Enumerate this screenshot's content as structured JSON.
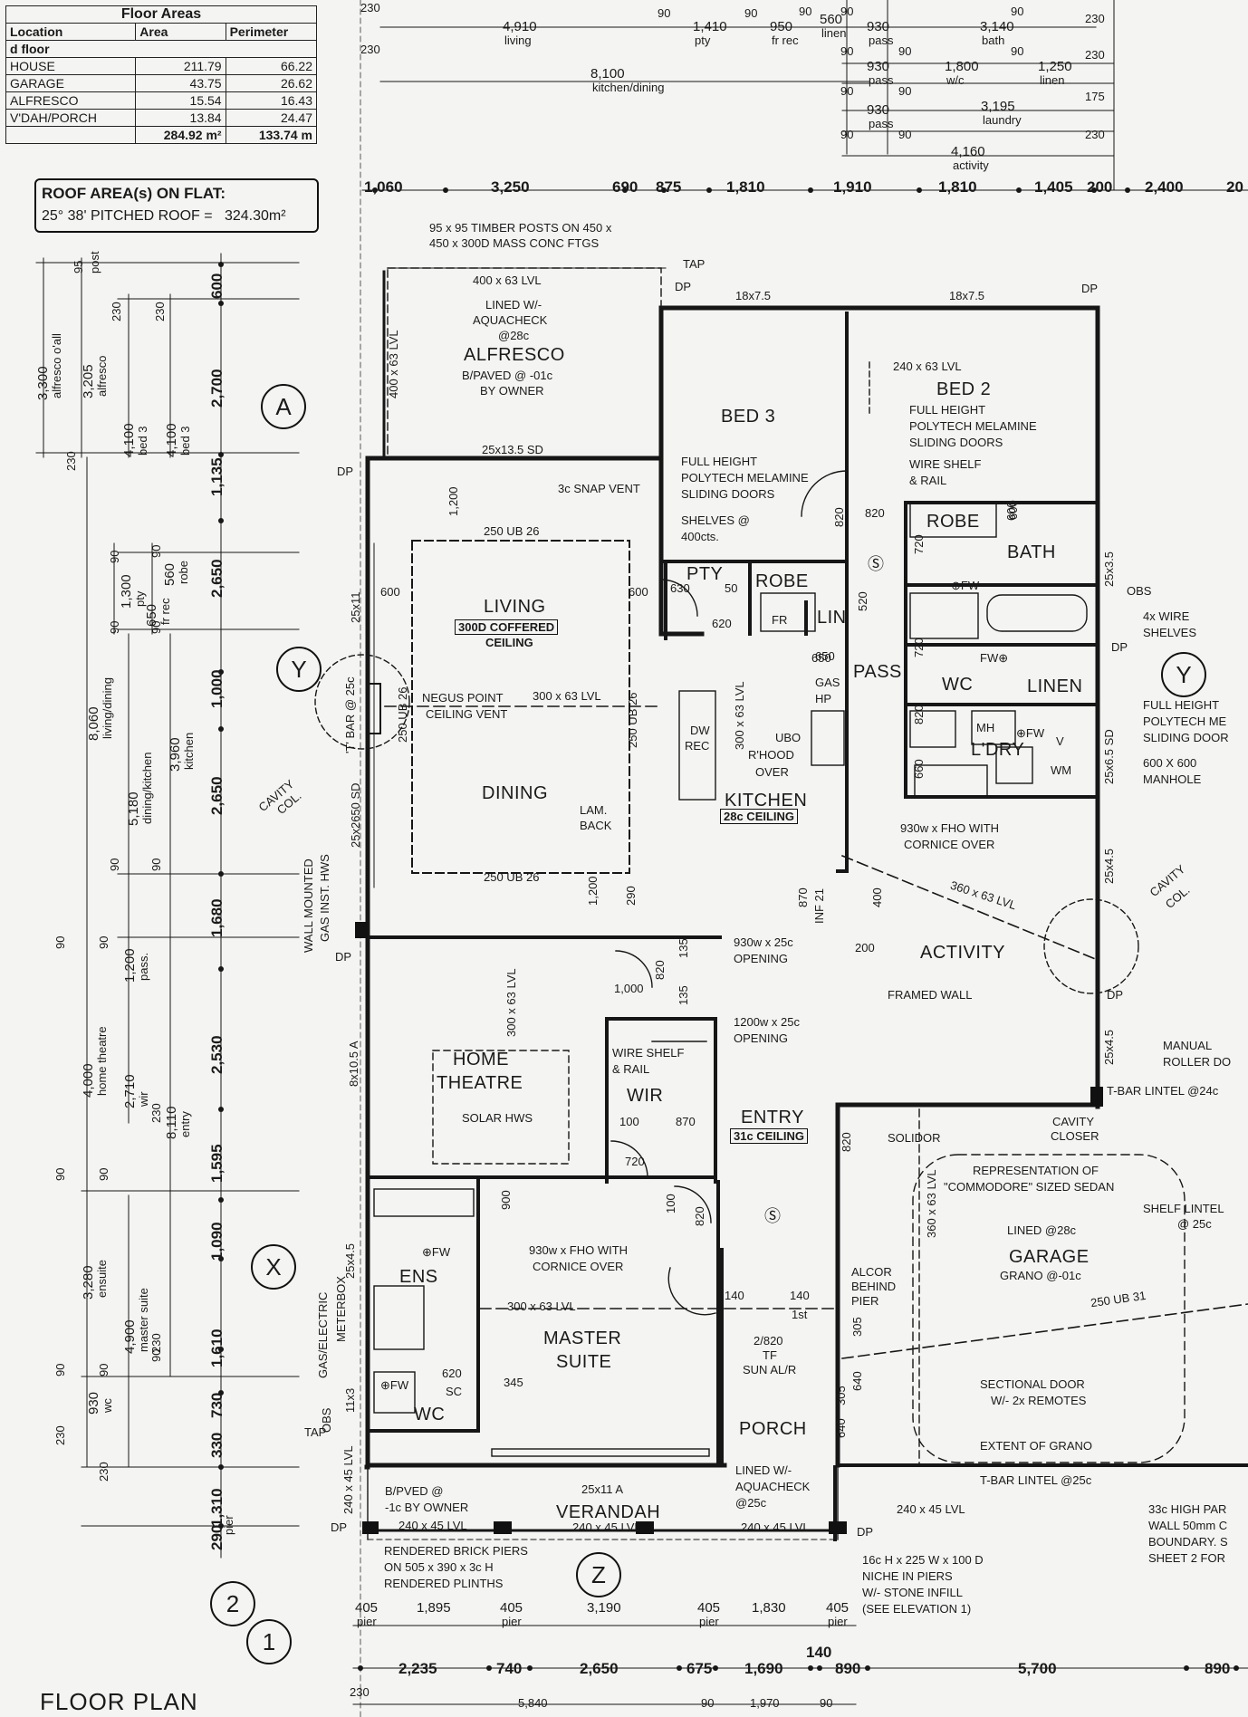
{
  "floor_areas": {
    "title": "Floor Areas",
    "headers": [
      "Location",
      "Area",
      "Perimeter"
    ],
    "section": "d floor",
    "rows": [
      {
        "location": "HOUSE",
        "area": "211.79",
        "perimeter": "66.22"
      },
      {
        "location": "GARAGE",
        "area": "43.75",
        "perimeter": "26.62"
      },
      {
        "location": "ALFRESCO",
        "area": "15.54",
        "perimeter": "16.43"
      },
      {
        "location": "V'DAH/PORCH",
        "area": "13.84",
        "perimeter": "24.47"
      }
    ],
    "total_area": "284.92 m²",
    "total_perimeter": "133.74 m"
  },
  "roof": {
    "title": "ROOF AREA(s) ON FLAT:",
    "pitch": "25° 38' PITCHED ROOF =",
    "area": "324.30m²"
  },
  "rooms": {
    "alfresco": "ALFRESCO",
    "bed3": "BED 3",
    "bed2": "BED 2",
    "robe": "ROBE",
    "robe2": "ROBE",
    "bath": "BATH",
    "pty": "PTY",
    "fr": "FR",
    "lin": "LIN",
    "pass": "PASS",
    "wc": "WC",
    "linen": "LINEN",
    "ldry": "L'DRY",
    "living": "LIVING",
    "dining": "DINING",
    "kitchen": "KITCHEN",
    "activity": "ACTIVITY",
    "home_theatre_1": "HOME",
    "home_theatre_2": "THEATRE",
    "wir": "WIR",
    "entry": "ENTRY",
    "garage": "GARAGE",
    "ens": "ENS",
    "master_1": "MASTER",
    "master_2": "SUITE",
    "wc2": "WC",
    "porch": "PORCH",
    "verandah": "VERANDAH",
    "mh": "MH",
    "wm": "WM"
  },
  "ceiling_boxes": {
    "living_1": "300D COFFERED",
    "living_2": "CEILING",
    "kitchen": "28c CEILING",
    "entry": "31c CEILING"
  },
  "notes": {
    "timber_posts_1": "95 x 95 TIMBER POSTS ON 450 x",
    "timber_posts_2": "450 x 300D MASS CONC FTGS",
    "lvl_alfresco": "400 x 63 LVL",
    "lined_1": "LINED W/-",
    "lined_2": "AQUACHECK",
    "lined_3": "@28c",
    "paved_1": "B/PAVED @ -01c",
    "paved_2": "BY OWNER",
    "tap": "TAP",
    "dp": "DP",
    "sd_25x135": "25x13.5  SD",
    "snap_vent": "3c SNAP VENT",
    "polytech_b3_1": "FULL HEIGHT",
    "polytech_b3_2": "POLYTECH MELAMINE",
    "polytech_b3_3": "SLIDING DOORS",
    "shelves_1": "SHELVES @",
    "shelves_2": "400cts.",
    "lvl_240": "240 x 63 LVL",
    "polytech_b2_1": "FULL HEIGHT",
    "polytech_b2_2": "POLYTECH MELAMINE",
    "polytech_b2_3": "SLIDING DOORS",
    "wire_shelf_1": "WIRE SHELF",
    "wire_shelf_2": "& RAIL",
    "ub_250_top": "250 UB 26",
    "ub_250_bot": "250 UB 26",
    "negus_1": "NEGUS POINT",
    "negus_2": "CEILING VENT",
    "lvl_300_living": "300 x 63 LVL",
    "lam_back_1": "LAM.",
    "lam_back_2": "BACK",
    "dw": "DW",
    "rec": "REC",
    "gas_hp_1": "GAS",
    "gas_hp_2": "HP",
    "ubo": "UBO",
    "rhood_1": "R'HOOD",
    "rhood_2": "OVER",
    "wire_shelves_1": "4x WIRE",
    "wire_shelves_2": "SHELVES",
    "fh_right_1": "FULL HEIGHT",
    "fh_right_2": "POLYTECH ME",
    "fh_right_3": "SLIDING DOOR",
    "manhole_1": "600 X 600",
    "manhole_2": "MANHOLE",
    "fho_1": "930w x FHO WITH",
    "fho_2": "CORNICE OVER",
    "lvl_360": "360 x 63 LVL",
    "cavity_col_r_1": "CAVITY",
    "cavity_col_r_2": "COL.",
    "cavity_col_l_1": "CAVITY",
    "cavity_col_l_2": "COL.",
    "opening_930_1": "930w x 25c",
    "opening_930_2": "OPENING",
    "opening_1200_1": "1200w x 25c",
    "opening_1200_2": "OPENING",
    "framed_wall": "FRAMED WALL",
    "solar_hws": "SOLAR HWS",
    "wir_shelf_1": "WIRE SHELF",
    "wir_shelf_2": "& RAIL",
    "lvl_300_ht": "300 x 63 LVL",
    "solidor": "SOLIDOR",
    "cavity_closer_1": "CAVITY",
    "cavity_closer_2": "CLOSER",
    "sedan_1": "REPRESENTATION OF",
    "sedan_2": "\"COMMODORE\" SIZED SEDAN",
    "shelf_lintel_1": "SHELF LINTEL",
    "shelf_lintel_2": "@ 25c",
    "garage_lined": "LINED @28c",
    "garage_grano": "GRANO @-01c",
    "ub_250_31": "250 UB 31",
    "alcor_1": "ALCOR",
    "alcor_2": "BEHIND",
    "alcor_3": "PIER",
    "sectional_1": "SECTIONAL DOOR",
    "sectional_2": "W/- 2x REMOTES",
    "extent_grano": "EXTENT OF GRANO",
    "tbar_lintel_24": "T-BAR LINTEL @24c",
    "manual_roller_1": "MANUAL",
    "manual_roller_2": "ROLLER DO",
    "tbar_lintel_25": "T-BAR LINTEL @25c",
    "fho_master_1": "930w x FHO WITH",
    "fho_master_2": "CORNICE OVER",
    "lvl_300_master": "300 x 63 LVL",
    "sun_alr_1": "2/820",
    "sun_alr_2": "TF",
    "sun_alr_3": "SUN AL/R",
    "porch_lined_1": "LINED W/-",
    "porch_lined_2": "AQUACHECK",
    "porch_lined_3": "@25c",
    "lvl_240x45": "240 x 45 LVL",
    "bpved_1": "B/PVED @",
    "bpved_2": "-1c BY OWNER",
    "verandah_lvl_a": "240 x 45 LVL",
    "verandah_lvl_b": "240 x 45 LVL",
    "verandah_lvl_c": "240 x 45 LVL",
    "verandah_25x11": "25x11  A",
    "rendered_1": "RENDERED BRICK PIERS",
    "rendered_2": "ON 505 x 390 x 3c H",
    "rendered_3": "RENDERED PLINTHS",
    "niche_1": "16c H x 225 W x 100 D",
    "niche_2": "NICHE IN PIERS",
    "niche_3": "W/- STONE INFILL",
    "niche_4": "(SEE ELEVATION 1)",
    "parapet_1": "33c HIGH PAR",
    "parapet_2": "WALL 50mm C",
    "parapet_3": "BOUNDARY. S",
    "parapet_4": "SHEET 2 FOR",
    "wall_mounted_1": "WALL MOUNTED",
    "wall_mounted_2": "GAS INST. HWS",
    "gas_meter_1": "GAS/ELECTRIC",
    "gas_meter_2": "METERBOX",
    "tbar_25": "'T' BAR @ 25c",
    "ub_250_26_v": "250 UB 26",
    "ub_250_26_v2": "250 UB 26",
    "lvl_400_v": "400 x 63 LVL",
    "lvl_300_kit_v": "300 x 63 LVL",
    "lvl_300_mh_v": "300 x 63 LVL",
    "lvl_360_g_v": "360 x 63 LVL",
    "lvl_240_v": "240 x 45 LVL",
    "obs_1": "OBS",
    "obs_2": "OBS",
    "sd_25x35": "25x3.5",
    "sd_25x65": "25x6.5  SD",
    "sd_25x45": "25x4.5",
    "sd_25x45b": "25x4.5",
    "sd_25x45c": "25x4.5",
    "sd_25x11": "25x11",
    "sd_2650": "25x2650  SD",
    "sd_8x105": "8x10.5  A",
    "sd_11x3": "11x3",
    "sd_18x75a": "18x7.5",
    "sd_18x75b": "18x7.5",
    "floor_plan": "FLOOR PLAN",
    "fw1": "⊕FW",
    "fw2": "FW⊕",
    "fw3": "⊕FW",
    "fw4": "⊕FW",
    "fw5": "⊕FW",
    "s1": "Ⓢ",
    "s2": "Ⓢ",
    "v": "V"
  },
  "top_dims": [
    {
      "v": "4,910",
      "l": "living"
    },
    {
      "v": "8,100",
      "l": "kitchen/dining"
    },
    {
      "v": "1,410",
      "l": "pty"
    },
    {
      "v": "950",
      "l": "fr rec"
    },
    {
      "v": "560",
      "l": "linen"
    },
    {
      "v": "930",
      "l": "pass"
    },
    {
      "v": "930",
      "l": "pass"
    },
    {
      "v": "930",
      "l": "pass"
    },
    {
      "v": "3,140",
      "l": "bath"
    },
    {
      "v": "1,800",
      "l": "w/c"
    },
    {
      "v": "1,250",
      "l": "linen"
    },
    {
      "v": "3,195",
      "l": "laundry"
    },
    {
      "v": "4,160",
      "l": "activity"
    }
  ],
  "top_small": [
    "230",
    "230",
    "90",
    "90",
    "90",
    "90",
    "90",
    "90",
    "90",
    "90",
    "90",
    "230",
    "90",
    "90",
    "230",
    "175",
    "230",
    "90"
  ],
  "top_chain": [
    "1,060",
    "3,250",
    "690",
    "875",
    "1,810",
    "1,910",
    "1,810",
    "1,405",
    "200",
    "2,400",
    "20"
  ],
  "left_chain": [
    "600",
    "2,700",
    "1,135",
    "2,650",
    "1,000",
    "2,650",
    "1,680",
    "2,530",
    "1,595",
    "1,090",
    "1,610",
    "730",
    "330",
    "1,310",
    "290"
  ],
  "left_dims": [
    {
      "v": "3,300",
      "l": "alfresco o'all"
    },
    {
      "v": "3,205",
      "l": "alfresco"
    },
    {
      "v": "4,100",
      "l": "bed 3"
    },
    {
      "v": "4,100",
      "l": "bed 3"
    },
    {
      "v": "1,300",
      "l": "pty"
    },
    {
      "v": "560",
      "l": "robe"
    },
    {
      "v": "650",
      "l": "fr rec"
    },
    {
      "v": "8,060",
      "l": "living/dining"
    },
    {
      "v": "5,180",
      "l": "dining/kitchen"
    },
    {
      "v": "3,960",
      "l": "kitchen"
    },
    {
      "v": "1,200",
      "l": "pass."
    },
    {
      "v": "4,000",
      "l": "home theatre"
    },
    {
      "v": "2,710",
      "l": "wir"
    },
    {
      "v": "8,110",
      "l": "entry"
    },
    {
      "v": "3,280",
      "l": "ensuite"
    },
    {
      "v": "4,900",
      "l": "master suite"
    },
    {
      "v": "930",
      "l": "wc"
    }
  ],
  "left_small": [
    "95",
    "post",
    "230",
    "230",
    "230",
    "90",
    "90",
    "90",
    "90",
    "90",
    "90",
    "90",
    "90",
    "90",
    "90",
    "90",
    "90",
    "230",
    "90",
    "230",
    "230",
    "230",
    "pier"
  ],
  "bottom_chain_1": [
    {
      "v": "405",
      "l": "pier"
    },
    {
      "v": "1,895",
      "l": ""
    },
    {
      "v": "405",
      "l": "pier"
    },
    {
      "v": "3,190",
      "l": ""
    },
    {
      "v": "405",
      "l": "pier"
    },
    {
      "v": "1,830",
      "l": ""
    },
    {
      "v": "405",
      "l": "pier"
    }
  ],
  "bottom_chain_2": [
    "2,235",
    "740",
    "2,650",
    "675",
    "1,690",
    "140",
    "890",
    "5,700",
    "890"
  ],
  "bottom_chain_3": [
    "230",
    "5,840",
    "90",
    "1,970",
    "90"
  ],
  "interior_dims": [
    "1,200",
    "600",
    "600",
    "630",
    "50",
    "620",
    "650",
    "820",
    "820",
    "720",
    "720",
    "820",
    "660",
    "600",
    "520",
    "650",
    "870",
    "INF 21",
    "400",
    "200",
    "290",
    "1,200",
    "820",
    "135",
    "135",
    "1,000",
    "100",
    "870",
    "720",
    "900",
    "100",
    "820",
    "820",
    "140",
    "140",
    "1st",
    "305",
    "640",
    "305",
    "640",
    "620",
    "SC",
    "345",
    "600"
  ],
  "markers": {
    "a": "A",
    "y_left": "Y",
    "y_right": "Y",
    "x": "X",
    "z": "Z",
    "n2": "2",
    "n1": "1"
  }
}
